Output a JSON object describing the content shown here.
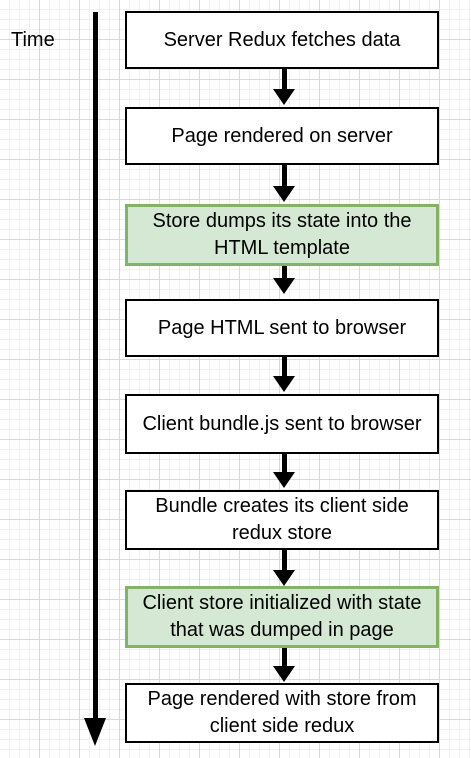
{
  "timeline": {
    "label": "Time"
  },
  "steps": [
    {
      "text": "Server Redux fetches data",
      "highlight": false
    },
    {
      "text": "Page rendered on server",
      "highlight": false
    },
    {
      "text": "Store dumps its state into the HTML template",
      "highlight": true
    },
    {
      "text": "Page HTML sent to browser",
      "highlight": false
    },
    {
      "text": "Client bundle.js sent to browser",
      "highlight": false
    },
    {
      "text": "Bundle creates its client side redux store",
      "highlight": false
    },
    {
      "text": "Client store initialized with state that was dumped in page",
      "highlight": true
    },
    {
      "text": "Page rendered with store from client side redux",
      "highlight": false
    }
  ],
  "colors": {
    "highlight_fill": "#d5e8d4",
    "highlight_border": "#82b366",
    "box_border": "#000000",
    "arrow": "#000000"
  }
}
